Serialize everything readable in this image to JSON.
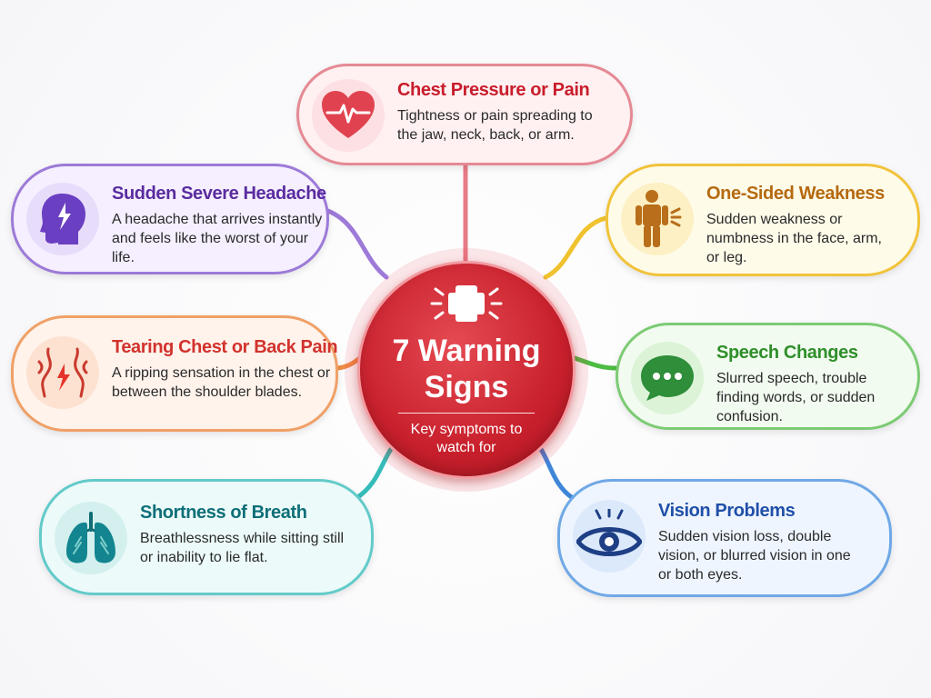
{
  "hub": {
    "title_line1": "7 Warning",
    "title_line2": "Signs",
    "subtitle": "Key symptoms to watch for"
  },
  "signs": [
    {
      "id": "chest",
      "title": "Chest Pressure or Pain",
      "description": "Tightness or pain spreading to the jaw, neck, back, or arm.",
      "icon": "heart-pulse-icon",
      "color": "#e0434f"
    },
    {
      "id": "headache",
      "title": "Sudden Severe Headache",
      "description": "A headache that arrives instantly and feels like the worst of your life.",
      "icon": "head-lightning-icon",
      "color": "#8a5bd1"
    },
    {
      "id": "weakness",
      "title": "One-Sided Weakness",
      "description": "Sudden weakness or numbness in the face, arm, or leg.",
      "icon": "person-weakness-icon",
      "color": "#e9b321"
    },
    {
      "id": "tearing",
      "title": "Tearing Chest or Back Pain",
      "description": "A ripping sensation in the chest or between the shoulder blades.",
      "icon": "torso-lightning-icon",
      "color": "#ef8a3d"
    },
    {
      "id": "speech",
      "title": "Speech Changes",
      "description": "Slurred speech, trouble finding words, or sudden confusion.",
      "icon": "speech-bubble-icon",
      "color": "#46b53e"
    },
    {
      "id": "breath",
      "title": "Shortness of Breath",
      "description": "Breathlessness while sitting still or inability to lie flat.",
      "icon": "lungs-icon",
      "color": "#2fb8b4"
    },
    {
      "id": "vision",
      "title": "Vision Problems",
      "description": "Sudden vision loss, double vision, or blurred vision in one or both eyes.",
      "icon": "eye-icon",
      "color": "#3b82d6"
    }
  ]
}
